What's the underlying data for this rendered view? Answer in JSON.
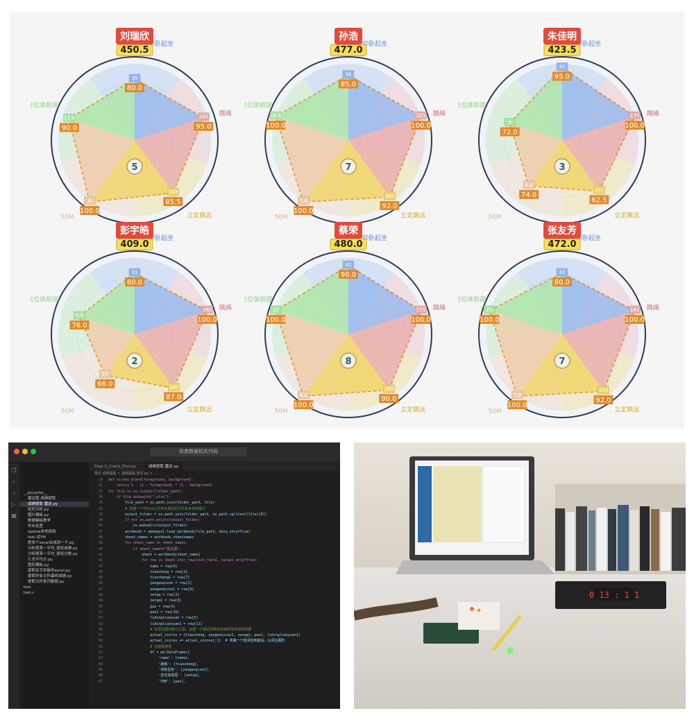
{
  "radar_charts": [
    {
      "name": "刘瑞欣",
      "total": "450.5",
      "raw": [
        "35",
        "185",
        "142",
        "8",
        "17.5"
      ],
      "scores": [
        "80.0",
        "95.0",
        "85.5",
        "100.0",
        "90.0"
      ],
      "badge": "5"
    },
    {
      "name": "孙浩",
      "total": "477.0",
      "raw": [
        "36",
        "201",
        "181",
        "7.4",
        "16.6"
      ],
      "scores": [
        "85.0",
        "100.0",
        "92.0",
        "100.0",
        "100.0"
      ],
      "badge": "7"
    },
    {
      "name": "朱佳明",
      "total": "423.5",
      "raw": [
        "35",
        "175",
        "147",
        "8.2",
        "6"
      ],
      "scores": [
        "95.0",
        "100.0",
        "82.5",
        "74.0",
        "72.0"
      ],
      "badge": "3"
    },
    {
      "name": "彭宇皓",
      "total": "409.0",
      "raw": [
        "31",
        "182",
        "180",
        "10",
        "5.5"
      ],
      "scores": [
        "80.0",
        "100.0",
        "87.0",
        "66.0",
        "76.0"
      ],
      "badge": "2"
    },
    {
      "name": "蔡荣",
      "total": "480.0",
      "raw": [
        "42",
        "179",
        "180",
        "8.2",
        "20"
      ],
      "scores": [
        "90.0",
        "100.0",
        "90.0",
        "100.0",
        "100.0"
      ],
      "badge": "8"
    },
    {
      "name": "张友芳",
      "total": "472.0",
      "raw": [
        "32",
        "181",
        "170",
        "7.9",
        "21"
      ],
      "scores": [
        "80.0",
        "100.0",
        "92.0",
        "100.0",
        "100.0"
      ],
      "badge": "7"
    }
  ],
  "axis_labels": [
    "仰卧起坐",
    "跳绳",
    "立定跳远",
    "50M",
    "坐位体前屈"
  ],
  "chart_data": {
    "type": "radar",
    "axes": [
      "仰卧起坐",
      "跳绳",
      "立定跳远",
      "50M",
      "坐位体前屈"
    ],
    "series": [
      {
        "name": "刘瑞欣",
        "values": [
          80.0,
          95.0,
          85.5,
          100.0,
          90.0
        ]
      },
      {
        "name": "孙浩",
        "values": [
          85.0,
          100.0,
          92.0,
          100.0,
          100.0
        ]
      },
      {
        "name": "朱佳明",
        "values": [
          95.0,
          100.0,
          82.5,
          74.0,
          72.0
        ]
      },
      {
        "name": "彭宇皓",
        "values": [
          80.0,
          100.0,
          87.0,
          66.0,
          76.0
        ]
      },
      {
        "name": "蔡荣",
        "values": [
          90.0,
          100.0,
          90.0,
          100.0,
          100.0
        ]
      },
      {
        "name": "张友芳",
        "values": [
          80.0,
          100.0,
          92.0,
          100.0,
          100.0
        ]
      }
    ],
    "range": [
      0,
      100
    ]
  },
  "colors": {
    "sector1": "#8fb4ec",
    "sector2": "#e8a9a9",
    "sector3": "#f2d35e",
    "sector4": "#f2c9a6",
    "sector5": "#a8e6a2",
    "name_badge": "#e24a3b",
    "total_badge": "#f6de57",
    "score_label": "#e08b2c"
  },
  "editor": {
    "search": "体育数据相关代码",
    "tabs": [
      "Step.1_Check_Plus.py",
      "成绩提取 雷达.py"
    ],
    "breadcrumb": "雷达 成绩提取 > 成绩提取 雷达.py > ...",
    "explorer": [
      "__pycache__",
      "雷达图 成绩提取",
      "成绩提取 雷达.py",
      "柱形分析.py",
      "图片模板.py",
      "数据模板教学",
      "作业检查",
      "openai本地调用",
      "test.试YM",
      "把多个excel合成到一个.py",
      "分析周某一平均_按班成绩.py",
      "分析周某一平均_按班分数.py",
      "汇总平均分.py",
      "图形模板.py",
      "提取名字到新的excel.py",
      "提取所有文件最终成绩.py",
      "提取文件系列数据.py",
      "test",
      "test.c"
    ],
    "lines": [
      {
        "n": "20",
        "t": "def screen_blend(foreground, background):"
      },
      {
        "n": "21",
        "t": "    return 1 - (1 - foreground) * (1 - background)"
      },
      {
        "n": "27",
        "t": "for file in os.listdir(folder_path):"
      },
      {
        "n": "28",
        "t": "    if file.endswith(\".xlsx\"):"
      },
      {
        "n": "29",
        "t": "        file_path = os.path.join(folder_path, file)"
      },
      {
        "n": "32",
        "t": "        # 创建一个与Excel文件名相同的文件夹来保存图片"
      },
      {
        "n": "33",
        "t": "        output_folder = os.path.join(folder_path, os.path.splitext(file)[0])"
      },
      {
        "n": "34",
        "t": "        if not os.path.exists(output_folder):"
      },
      {
        "n": "35",
        "t": "            os.makedirs(output_folder)"
      },
      {
        "n": "37",
        "t": "        workbook = openpyxl.load_workbook(file_path, data_only=True)"
      },
      {
        "n": "38",
        "t": "        sheet_names = workbook.sheetnames"
      },
      {
        "n": "39",
        "t": "        for sheet_name in sheet_names:"
      },
      {
        "n": "40",
        "t": "            if sheet_name==\"雷达图\":"
      },
      {
        "n": "41",
        "t": "                sheet = workbook[sheet_name]"
      },
      {
        "n": "42",
        "t": "                for row in sheet.iter_rows(min_row=2, values_only=True):"
      },
      {
        "n": "43",
        "t": "                    name = row[0]"
      },
      {
        "n": "44",
        "t": "                    tiaosheng = row[1]"
      },
      {
        "n": "45",
        "t": "                    tiaosheng1 = row[7]"
      },
      {
        "n": "46",
        "t": "                    yangwoqizuo = row[2]"
      },
      {
        "n": "47",
        "t": "                    yangwoqizuo1 = row[8]"
      },
      {
        "n": "48",
        "t": "                    zwtqq = row[3]"
      },
      {
        "n": "49",
        "t": "                    zwtqq1 = row[9]"
      },
      {
        "n": "50",
        "t": "                    pao = row[4]"
      },
      {
        "n": "51",
        "t": "                    pao1 = row[10]"
      },
      {
        "n": "52",
        "t": "                    lidingtiaoyuan = row[5]"
      },
      {
        "n": "53",
        "t": "                    lidingtiaoyuan1 = row[11]"
      },
      {
        "n": "56",
        "t": "                    # 在雷达图的部分之前，创建一个新的列表来存储实际的成绩数据"
      },
      {
        "n": "57",
        "t": "                    actual_scores = [tiaosheng, yangwoqizuo1, zwtqq1, pao1, lidingtiaoyuan1]"
      },
      {
        "n": "58",
        "t": "                    actual_scores += actual_scores[:1]  # 将第一个值添加到最后，以闭合图形"
      },
      {
        "n": "61",
        "t": "                    # 创建数据框"
      },
      {
        "n": "62",
        "t": "                    df = pd.DataFrame({"
      },
      {
        "n": "63",
        "t": "                        'name': [name],"
      },
      {
        "n": "64",
        "t": "                        '跳绳': [tiaosheng],"
      },
      {
        "n": "65",
        "t": "                        '仰卧起坐': [yangwoqizuo],"
      },
      {
        "n": "66",
        "t": "                        '坐位体前屈': [zwtqq],"
      },
      {
        "n": "67",
        "t": "                        '50M': [pao],"
      }
    ]
  },
  "photo": {
    "timer": "0 13 : 1 1"
  }
}
